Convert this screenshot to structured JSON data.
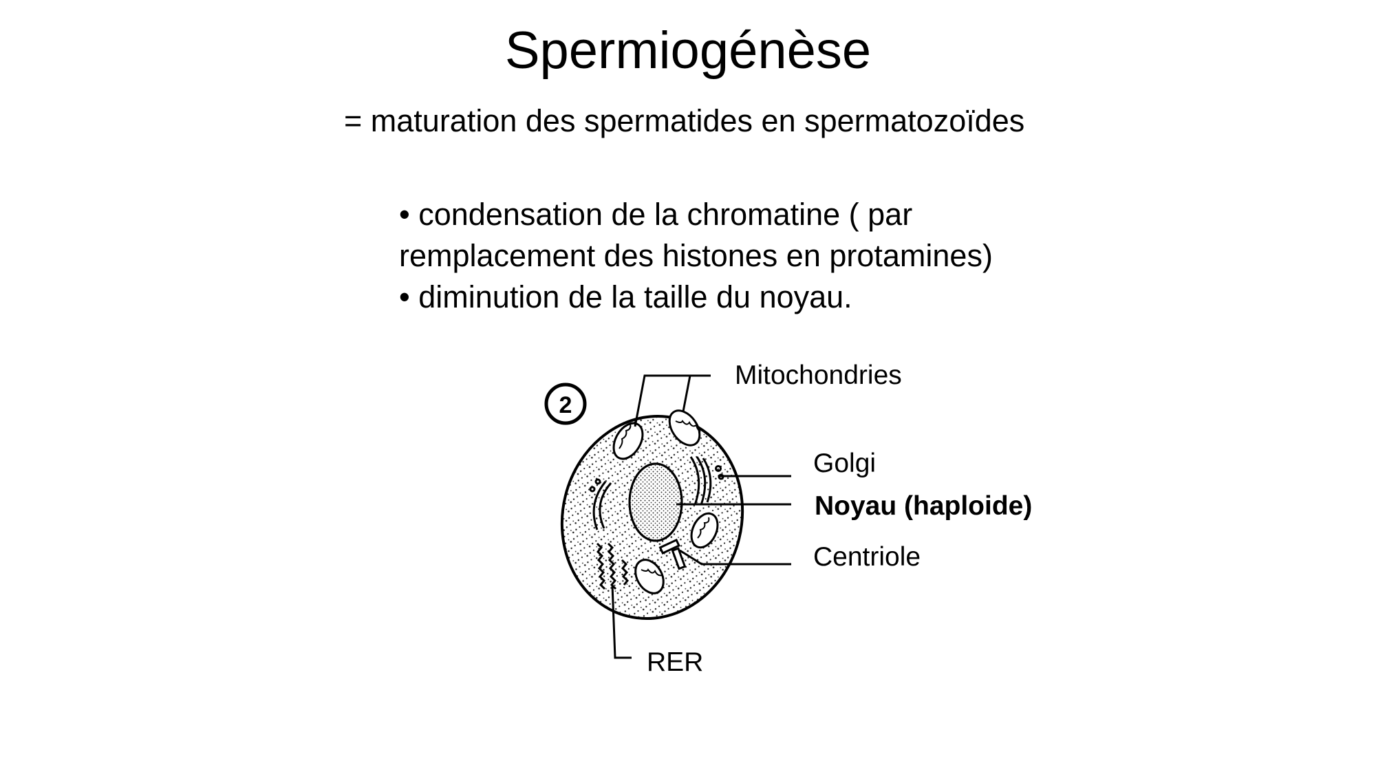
{
  "slide": {
    "title": "Spermiogénèse",
    "definition": "= maturation des spermatides en spermatozoïdes",
    "bullets": [
      "• condensation de la chromatine ( par",
      "remplacement des histones en protamines)",
      "• diminution de la taille du noyau."
    ]
  },
  "diagram": {
    "panel_number": "2",
    "labels": {
      "mitochondries": "Mitochondries",
      "golgi": "Golgi",
      "noyau": "Noyau (haploide)",
      "centriole": "Centriole",
      "rer": "RER"
    },
    "accent_color": "#e8106b"
  }
}
